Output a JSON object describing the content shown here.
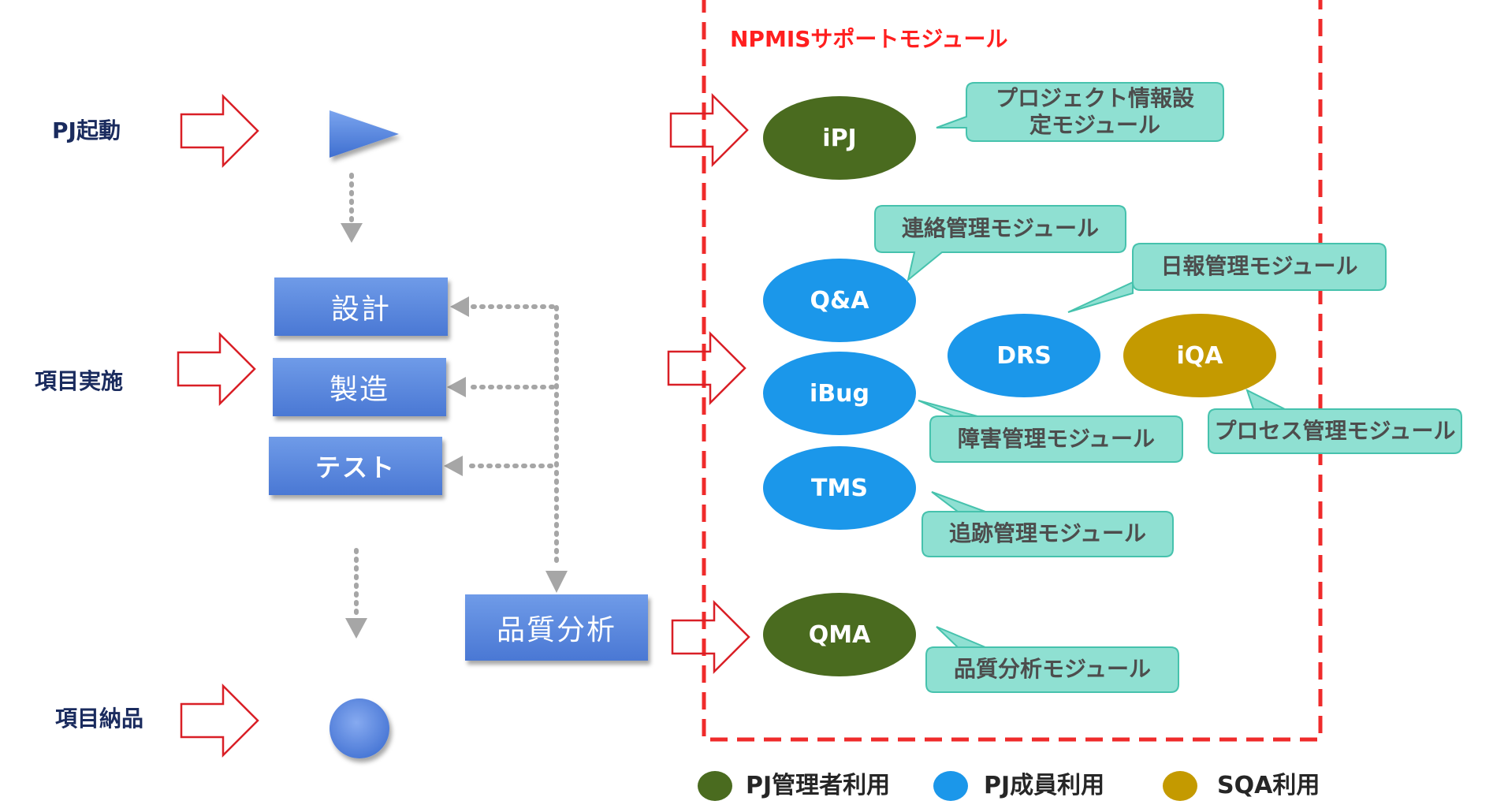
{
  "colors": {
    "manager": "#4a6b1f",
    "member": "#1b97ea",
    "sqa": "#c49a00",
    "callout_fill": "#8fe0d2",
    "callout_stroke": "#46c2ad",
    "frame": "#ef2b2b",
    "phase_arrow": "#d91f26",
    "step_fill": "#5585dd",
    "phase_text": "#1a2b5e"
  },
  "phases": [
    {
      "label": "PJ起動"
    },
    {
      "label": "項目実施"
    },
    {
      "label": "項目納品"
    }
  ],
  "steps": {
    "design": "設計",
    "manufacture": "製造",
    "test": "テスト",
    "quality_analysis": "品質分析"
  },
  "npmis": {
    "title": "NPMISサポートモジュール"
  },
  "modules": {
    "ipj": {
      "label": "iPJ",
      "role": "manager"
    },
    "qa": {
      "label": "Q&A",
      "role": "member"
    },
    "ibug": {
      "label": "iBug",
      "role": "member"
    },
    "tms": {
      "label": "TMS",
      "role": "member"
    },
    "drs": {
      "label": "DRS",
      "role": "member"
    },
    "iqa": {
      "label": "iQA",
      "role": "sqa"
    },
    "qma": {
      "label": "QMA",
      "role": "manager"
    }
  },
  "callouts": {
    "ipj": "プロジェクト情報設定モジュール",
    "qa": "連絡管理モジュール",
    "drs": "日報管理モジュール",
    "ibug": "障害管理モジュール",
    "iqa": "プロセス管理モジュール",
    "tms": "追跡管理モジュール",
    "qma": "品質分析モジュール"
  },
  "legend": [
    {
      "label": "PJ管理者利用",
      "color": "#4a6b1f"
    },
    {
      "label": "PJ成員利用",
      "color": "#1b97ea"
    },
    {
      "label": "SQA利用",
      "color": "#c49a00"
    }
  ]
}
